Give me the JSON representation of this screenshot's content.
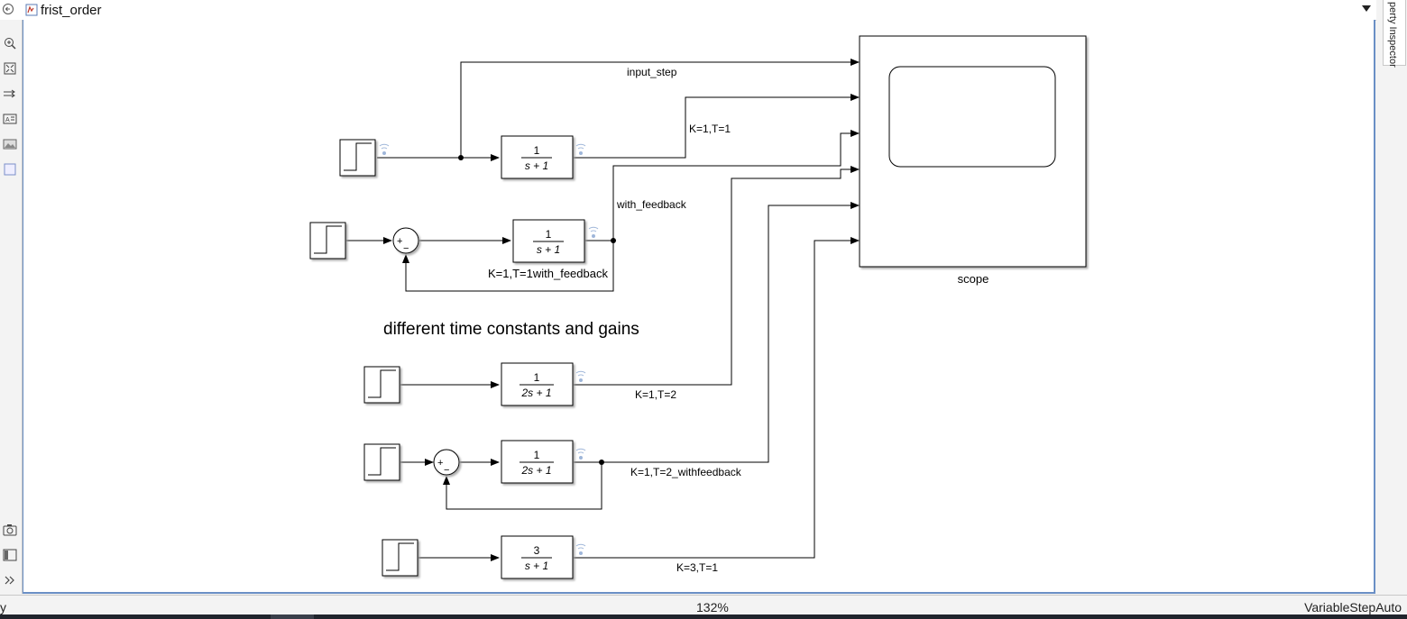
{
  "window": {
    "model_name": "frist_order"
  },
  "panel": {
    "property_inspector_label": "perty Inspector"
  },
  "status": {
    "left_text": "y",
    "zoom": "132%",
    "solver": "VariableStepAuto"
  },
  "diagram": {
    "signal_labels": {
      "input_step": "input_step",
      "k1_t1": "K=1,T=1",
      "with_feedback": "with_feedback",
      "k1_t2": "K=1,T=2",
      "k1_t2_withfeedback": "K=1,T=2_withfeedback",
      "k3_t1": "K=3,T=1"
    },
    "block_labels": {
      "tf_feedback_name": "K=1,T=1with_feedback",
      "scope_name": "scope"
    },
    "annotation": "different time constants and gains",
    "transfer_functions": {
      "tf1": {
        "num": "1",
        "den": "s + 1"
      },
      "tf2": {
        "num": "1",
        "den": "s + 1"
      },
      "tf3": {
        "num": "1",
        "den": "2s + 1"
      },
      "tf4": {
        "num": "1",
        "den": "2s + 1"
      },
      "tf5": {
        "num": "3",
        "den": "s + 1"
      }
    },
    "sum_signs": {
      "plus": "+",
      "minus": "−"
    }
  }
}
